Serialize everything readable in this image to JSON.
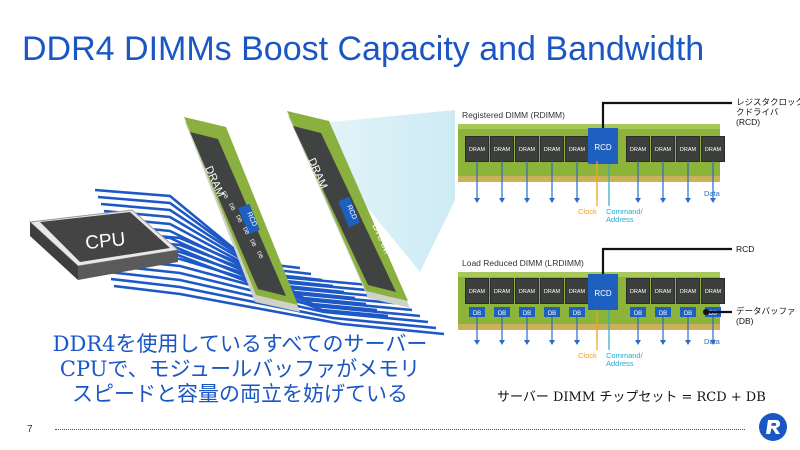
{
  "title": "DDR4 DIMMs Boost Capacity and Bandwidth",
  "illustration": {
    "cpu_label": "CPU",
    "dram_label": "DRAM",
    "rcd_label": "RCD",
    "db_label": "DB"
  },
  "rdimm": {
    "title": "Registered DIMM (RDIMM)",
    "dram_label": "DRAM",
    "rcd_label": "RCD",
    "clock_label": "Clock",
    "command_label_1": "Command/",
    "command_label_2": "Address",
    "data_label": "Data",
    "annotation_lines": [
      "レジスタクロック",
      "クドライバ",
      "(RCD)"
    ]
  },
  "lrdimm": {
    "title": "Load Reduced DIMM (LRDIMM)",
    "dram_label": "DRAM",
    "rcd_label": "RCD",
    "db_label": "DB",
    "clock_label": "Clock",
    "command_label_1": "Command/",
    "command_label_2": "Address",
    "data_label": "Data",
    "rcd_annotation": "RCD",
    "db_annotation_lines": [
      "データバッファ",
      "(DB)"
    ]
  },
  "caption_lines": [
    "DDR4を使用しているすべてのサーバー",
    "CPUで、モジュールバッファがメモリ",
    "スピードと容量の両立を妨げている"
  ],
  "formula": "サーバー DIMM チップセット = RCD + DB",
  "page_number": "7",
  "colors": {
    "title_blue": "#1a56c4",
    "pcb_green": "#8cb43a",
    "dram_dark": "#3c3f3c",
    "rcd_blue": "#1f5fc0",
    "clock_orange": "#f0a21c",
    "command_teal": "#27a9cc",
    "data_blue": "#2d6cc0"
  }
}
